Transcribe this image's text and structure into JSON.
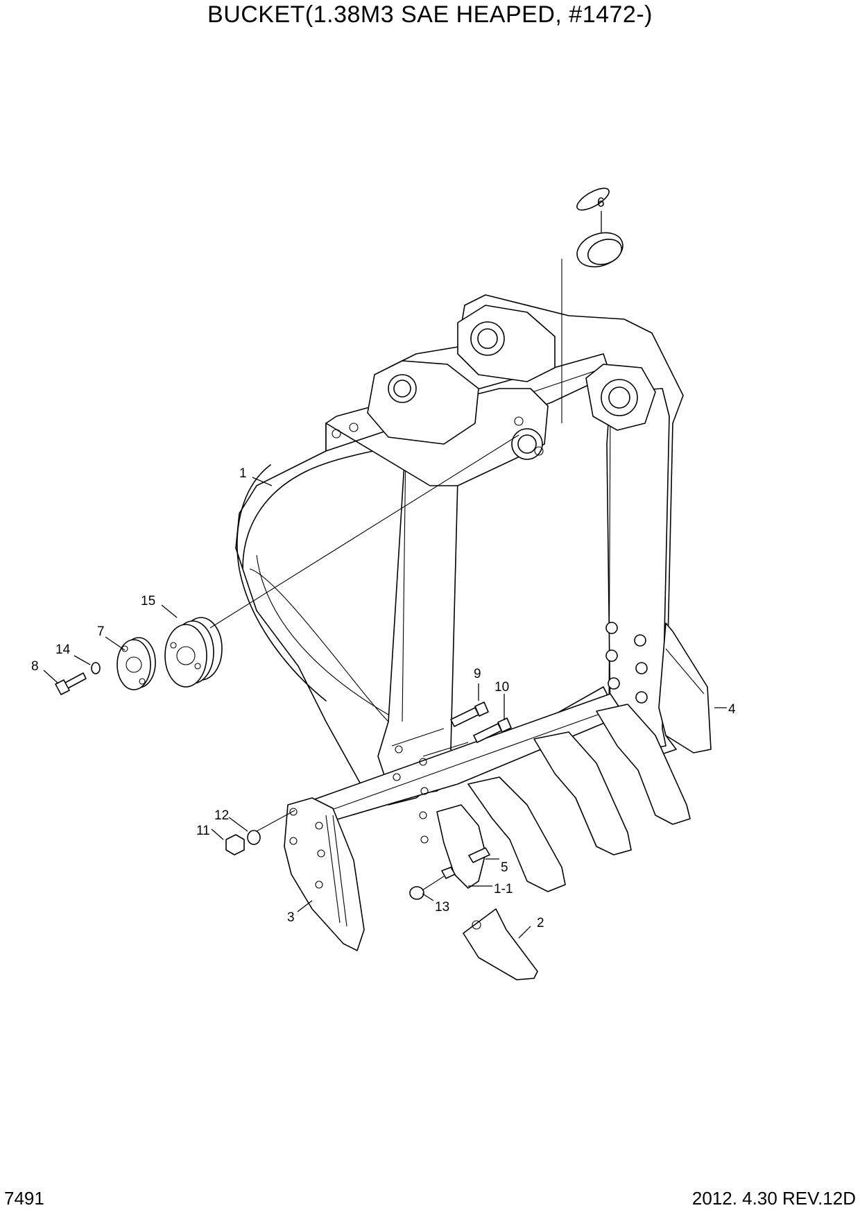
{
  "title": "BUCKET(1.38M3  SAE HEAPED, #1472-)",
  "page_number": "7491",
  "revision": "2012. 4.30  REV.12D",
  "callouts": [
    {
      "id": "c1",
      "label": "1"
    },
    {
      "id": "c1-1",
      "label": "1-1"
    },
    {
      "id": "c2",
      "label": "2"
    },
    {
      "id": "c3",
      "label": "3"
    },
    {
      "id": "c4",
      "label": "4"
    },
    {
      "id": "c5",
      "label": "5"
    },
    {
      "id": "c6",
      "label": "6"
    },
    {
      "id": "c7",
      "label": "7"
    },
    {
      "id": "c8",
      "label": "8"
    },
    {
      "id": "c9",
      "label": "9"
    },
    {
      "id": "c10",
      "label": "10"
    },
    {
      "id": "c11",
      "label": "11"
    },
    {
      "id": "c12",
      "label": "12"
    },
    {
      "id": "c13",
      "label": "13"
    },
    {
      "id": "c14",
      "label": "14"
    },
    {
      "id": "c15",
      "label": "15"
    }
  ]
}
